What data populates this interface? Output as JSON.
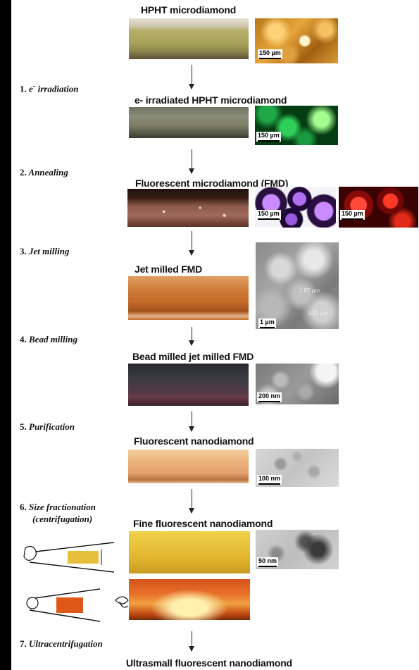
{
  "products": [
    {
      "id": "hpht",
      "title": "HPHT microdiamond",
      "scalebar": "150 µm"
    },
    {
      "id": "eirr",
      "title": "e- irradiated HPHT microdiamond",
      "scalebar": "150 µm"
    },
    {
      "id": "fmd",
      "title": "Fluorescent  microdiamond (FMD)",
      "scalebar": "150 µm",
      "scalebar2": "150 µm"
    },
    {
      "id": "jet",
      "title": "Jet milled  FMD",
      "scalebar": "1 µm",
      "inset_labels": [
        "1.87 µm",
        "0.22 µm"
      ]
    },
    {
      "id": "bead",
      "title": "Bead milled jet milled  FMD",
      "scalebar": "200 nm"
    },
    {
      "id": "fnd",
      "title": "Fluorescent nanodiamond",
      "scalebar": "100 nm"
    },
    {
      "id": "fine",
      "title": "Fine fluorescent nanodiamond",
      "scalebar": "50 nm"
    },
    {
      "id": "ultra",
      "title": "Ultrasmall fluorescent nanodiamond"
    }
  ],
  "steps": [
    {
      "num": "1.",
      "label": "e",
      "sup": "-",
      "rest": " irradiation"
    },
    {
      "num": "2.",
      "label": "Annealing"
    },
    {
      "num": "3.",
      "label": "Jet milling"
    },
    {
      "num": "4.",
      "label": "Bead milling"
    },
    {
      "num": "5.",
      "label": "Purification"
    },
    {
      "num": "6.",
      "label": "Size fractionation",
      "line2": "(centrifugation)"
    },
    {
      "num": "7.",
      "label": "Ultracentrifugation"
    }
  ]
}
